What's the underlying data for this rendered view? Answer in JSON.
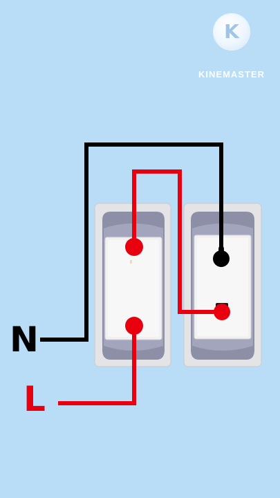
{
  "watermark": {
    "brand": "KINEMASTER",
    "logo_letter": "K",
    "icon": "kinemaster-logo-icon"
  },
  "labels": {
    "neutral": "N",
    "live": "L"
  },
  "colors": {
    "background": "#b9dcf7",
    "neutral_wire": "#000000",
    "live_wire": "#e8000e",
    "plate": "#e8e8ea",
    "plate_inner": "#8c8fa6"
  },
  "components": {
    "switch_icon": "wall-switch-icon",
    "socket_icon": "two-pin-socket-icon"
  }
}
